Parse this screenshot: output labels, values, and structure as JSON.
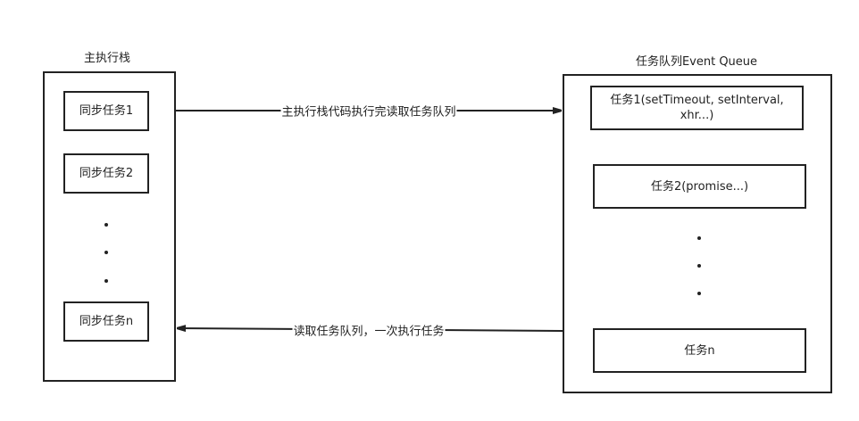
{
  "main_stack": {
    "title": "主执行栈",
    "tasks": [
      "同步任务1",
      "同步任务2",
      "同步任务n"
    ]
  },
  "event_queue": {
    "title": "任务队列Event Queue",
    "tasks": [
      "任务1(setTimeout, setInterval, xhr...)",
      "任务2(promise...)",
      "任务n"
    ]
  },
  "arrows": {
    "to_queue": "主执行栈代码执行完读取任务队列",
    "to_stack": "读取任务队列，一次执行任务"
  },
  "colors": {
    "stroke": "#222222",
    "background": "#ffffff"
  }
}
